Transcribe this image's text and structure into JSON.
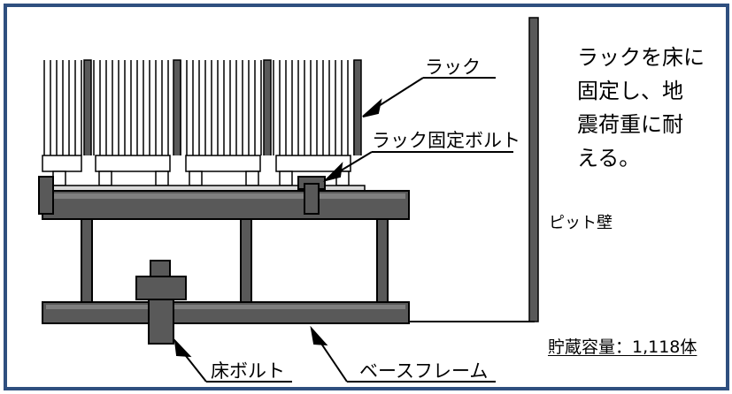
{
  "labels": {
    "rack": "ラック",
    "rack_fixing_bolt": "ラック固定ボルト",
    "floor_bolt": "床ボルト",
    "base_frame": "ベースフレーム",
    "pit_wall": "ピット壁",
    "storage_capacity": "貯蔵容量：1,118体"
  },
  "note": {
    "lines": [
      "ラックを床に",
      "固定し、地",
      "震荷重に耐",
      "える。"
    ]
  },
  "colors": {
    "frame_border": "#2f4f7f",
    "steel": "#595959",
    "rack_line": "#000000"
  }
}
